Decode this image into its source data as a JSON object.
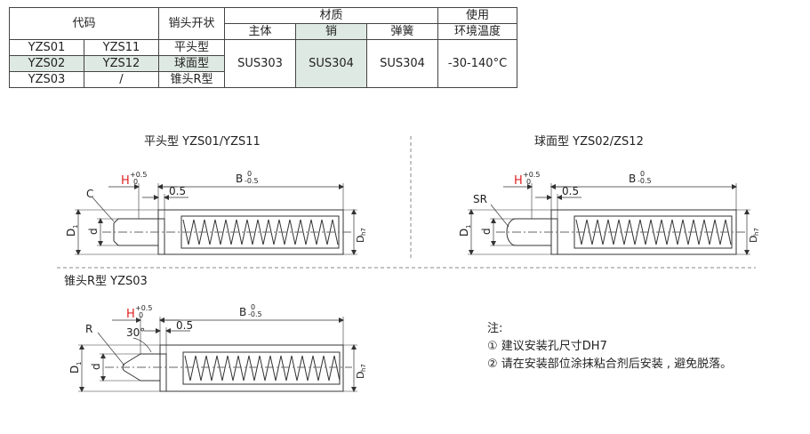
{
  "table": {
    "header": {
      "code": "代码",
      "pin_shape": "销头开状",
      "material": "材质",
      "usage_line1": "使用",
      "usage_line2": "环境温度",
      "main_body": "主体",
      "pin": "销",
      "spring": "弹簧"
    },
    "rows": [
      {
        "code1": "YZS01",
        "code2": "YZS11",
        "shape": "平头型"
      },
      {
        "code1": "YZS02",
        "code2": "YZS12",
        "shape": "球面型"
      },
      {
        "code1": "YZS03",
        "code2": "/",
        "shape": "锥头R型"
      }
    ],
    "material_values": {
      "main_body": "SUS303",
      "pin": "SUS304",
      "spring": "SUS304"
    },
    "temperature": "-30-140°C"
  },
  "drawings": {
    "flat": {
      "title": "平头型  YZS01/YZS11",
      "chamfer": "C"
    },
    "sphere": {
      "title": "球面型  YZS02/ZS12",
      "radius": "SR"
    },
    "cone": {
      "title": "锥头R型  YZS03",
      "radius": "R",
      "angle": "30°"
    },
    "dims": {
      "H": "H",
      "H_tol_upper": "+0.5",
      "H_tol_lower": "0",
      "B": "B",
      "B_tol_upper": "0",
      "B_tol_lower": "-0.5",
      "gap": "0.5",
      "D1": "D",
      "D1_sub": "1",
      "d": "d",
      "Dh7": "D",
      "Dh7_sub": "h7"
    },
    "colors": {
      "H_dim": "#e02020",
      "line": "#333333",
      "centerline": "#666666"
    }
  },
  "notes": {
    "title": "注:",
    "items": [
      "① 建议安装孔尺寸DH7",
      "② 请在安装部位涂抹粘合剂后安装 , 避免脱落。"
    ]
  }
}
